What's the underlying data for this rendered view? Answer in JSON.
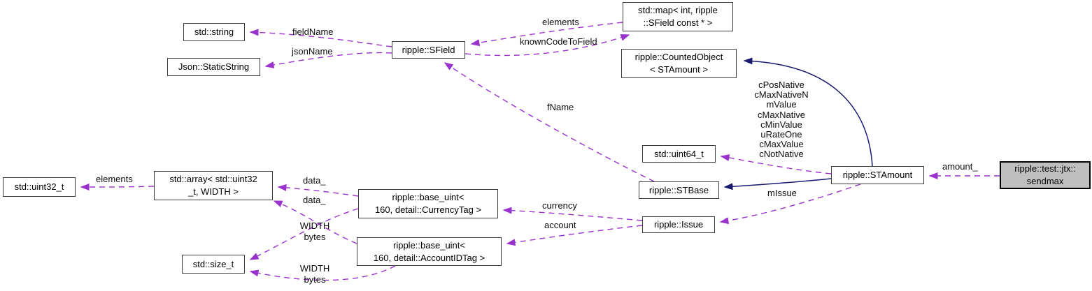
{
  "colors": {
    "background": "#ffffff",
    "edge_dashed": "#9a32cd",
    "edge_solid": "#191970",
    "node_border": "#3d3d3d",
    "node_fill": "#ffffff",
    "highlight_fill": "#bfbfbf",
    "text": "#000000"
  },
  "nodes": {
    "string": {
      "label": "std::string"
    },
    "static_string": {
      "label": "Json::StaticString"
    },
    "sfield": {
      "label": "ripple::SField"
    },
    "map": {
      "line1": "std::map< int, ripple",
      "line2": "::SField const * >"
    },
    "counted_object": {
      "line1": "ripple::CountedObject",
      "line2": "< STAmount >"
    },
    "uint64": {
      "label": "std::uint64_t"
    },
    "stbase": {
      "label": "ripple::STBase"
    },
    "stamount": {
      "label": "ripple::STAmount"
    },
    "sendmax": {
      "line1": "ripple::test::jtx::",
      "line2": "sendmax"
    },
    "uint32": {
      "label": "std::uint32_t"
    },
    "array": {
      "line1": "std::array< std::uint32",
      "line2": "_t, WIDTH >"
    },
    "base_uint_currency": {
      "line1": "ripple::base_uint<",
      "line2": "160, detail::CurrencyTag >"
    },
    "base_uint_accountid": {
      "line1": "ripple::base_uint<",
      "line2": "160, detail::AccountIDTag >"
    },
    "size_t": {
      "label": "std::size_t"
    },
    "issue": {
      "label": "ripple::Issue"
    }
  },
  "edge_labels": {
    "field_name": "fieldName",
    "json_name": "jsonName",
    "elements_map": "elements",
    "known_code_to_field": "knownCodeToField",
    "f_name": "fName",
    "stamount_constants": [
      "cPosNative",
      "cMaxNativeN",
      "mValue",
      "cMaxNative",
      "cMinValue",
      "uRateOne",
      "cMaxValue",
      "cNotNative"
    ],
    "amount": "amount_",
    "m_issue": "mIssue",
    "elements_array": "elements",
    "data_currency": "data_",
    "data_account": "data_",
    "width_bytes_currency": [
      "WIDTH",
      "bytes"
    ],
    "currency": "currency",
    "account": "account",
    "width_bytes_account": [
      "WIDTH",
      "bytes"
    ]
  }
}
